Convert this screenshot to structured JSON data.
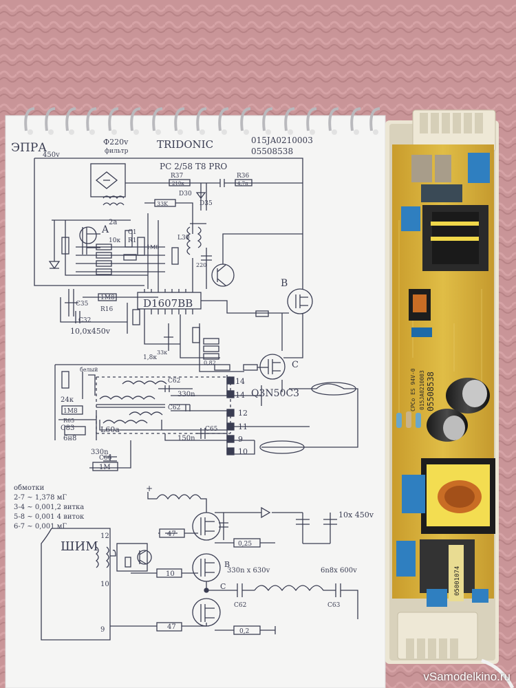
{
  "header": {
    "left_title": "ЭПРА",
    "voltage_note": "450v",
    "mains_note": "Ф220v",
    "filter_note": "фильтр",
    "brand": "TRIDONIC",
    "code_1": "015JA0210003",
    "code_2": "05508538",
    "model": "PC 2/58 T8 PRO"
  },
  "labels": {
    "r37": "R37",
    "r37_val": "210к",
    "r36": "R36",
    "r36_val": "4,7п",
    "d30": "D30",
    "d35": "D35",
    "r33k": "33K",
    "block_a": "A",
    "block_b": "B",
    "value_2a": "2а",
    "ten_k": "10к",
    "r1": "R1",
    "c1": "C1",
    "r1m8": "1М8",
    "l30": "L30",
    "c220": "220",
    "chip": "D1607BB",
    "c35": "C35",
    "c32": "C32",
    "r16": "R16",
    "r16_val": "1М8",
    "cap_main": "10,0х450v",
    "d48": "1,8к",
    "r33k2": "33к",
    "mosfet_c": "C",
    "mosfet_part": "Q3N50C3",
    "pin_14": "14",
    "pin_12": "12",
    "pin_11": "11",
    "pin_9": "9",
    "pin_10": "10",
    "r24k": "24к",
    "bpicrb": "белый",
    "c62": "C62",
    "c62b": "C62",
    "c62_val": "330n",
    "r1m8b": "1М8",
    "r65": "R65",
    "c83": "C83",
    "c83_val": "6н8",
    "l60": "L60а",
    "c65": "C65",
    "c150n": "150n",
    "c66": "C66",
    "c66_val": "330n",
    "r1m": "1М",
    "c_val": "0,82"
  },
  "notes": {
    "title": "обмотки",
    "line1": "2-7 ~ 1,378 мГ",
    "line2": "3-4 ~ 0,001,2 витка",
    "line3": "5-8 ~ 0,001 4 виток",
    "line4": "6-7 ~ 0,001 мГ"
  },
  "bottom": {
    "shim": "ШИМ",
    "p12": "12",
    "p10": "10",
    "p9": "9",
    "r47a": "47",
    "r10": "10",
    "r47b": "47",
    "r025": "0,25",
    "r02": "0,2",
    "caps": "10х 450v",
    "b": "B",
    "c": "C",
    "c62": "330n х 630v",
    "c62_name": "C62",
    "c63": "6n8х 600v",
    "c63_name": "C63"
  },
  "board": {
    "code_1": "05508538",
    "code_2": "015JA0210003",
    "mark": "CPCo ES 94V-0",
    "chip": "05001074"
  },
  "watermark": "vSamodelkino.ru",
  "colors": {
    "background": "#c99598",
    "paper": "#f5f5f4",
    "ink": "#3a3d52",
    "pcb": "#d8b23a",
    "plastic": "#ece6d4",
    "blue_cap": "#2f7fc0",
    "copper": "#c96d25"
  }
}
